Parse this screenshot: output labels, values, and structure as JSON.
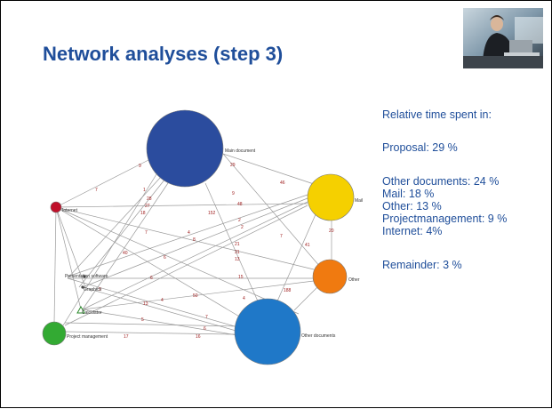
{
  "slide": {
    "title": "Network analyses (step 3)"
  },
  "text_panel": {
    "heading": "Relative time spent in:",
    "proposal": "Proposal: 29 %",
    "other_documents": "Other documents: 24 %",
    "mail": "Mail: 18 %",
    "other": "Other: 13 %",
    "projectmanagement": "Projectmanagement: 9 %",
    "internet": "Internet: 4%",
    "remainder": "Remainder: 3 %"
  },
  "network": {
    "nodes": {
      "main_document": {
        "label": "Main document",
        "color": "#2b4c9e"
      },
      "mail": {
        "label": "Mail",
        "color": "#f5d000"
      },
      "other": {
        "label": "Other",
        "color": "#f07a10"
      },
      "other_documents": {
        "label": "Other documents",
        "color": "#1f78c8"
      },
      "project_management": {
        "label": "Project management",
        "color": "#33aa33"
      },
      "internet": {
        "label": "Internet",
        "color": "#c0102a"
      },
      "presentation_software": {
        "label": "Presentation software"
      },
      "graphics": {
        "label": "Graphics"
      },
      "calculator": {
        "label": "Calculator"
      }
    },
    "edge_labels": {
      "e1": "7",
      "e2": "9",
      "e3": "29",
      "e4": "46",
      "e5": "9",
      "e6": "48",
      "e7": "1",
      "e8": "27",
      "e9": "18",
      "e10": "28",
      "e11": "152",
      "e12": "7",
      "e13": "8",
      "e14": "4",
      "e15": "40",
      "e16": "2",
      "e17": "2",
      "e18": "6",
      "e19": "7",
      "e20": "21",
      "e21": "31",
      "e22": "13",
      "e23": "41",
      "e24": "6",
      "e25": "20",
      "e26": "188",
      "e27": "15",
      "e28": "50",
      "e29": "4",
      "e30": "13",
      "e31": "4",
      "e32": "5",
      "e33": "6",
      "e34": "17",
      "e35": "16",
      "e36": "9",
      "e37": "7"
    }
  }
}
